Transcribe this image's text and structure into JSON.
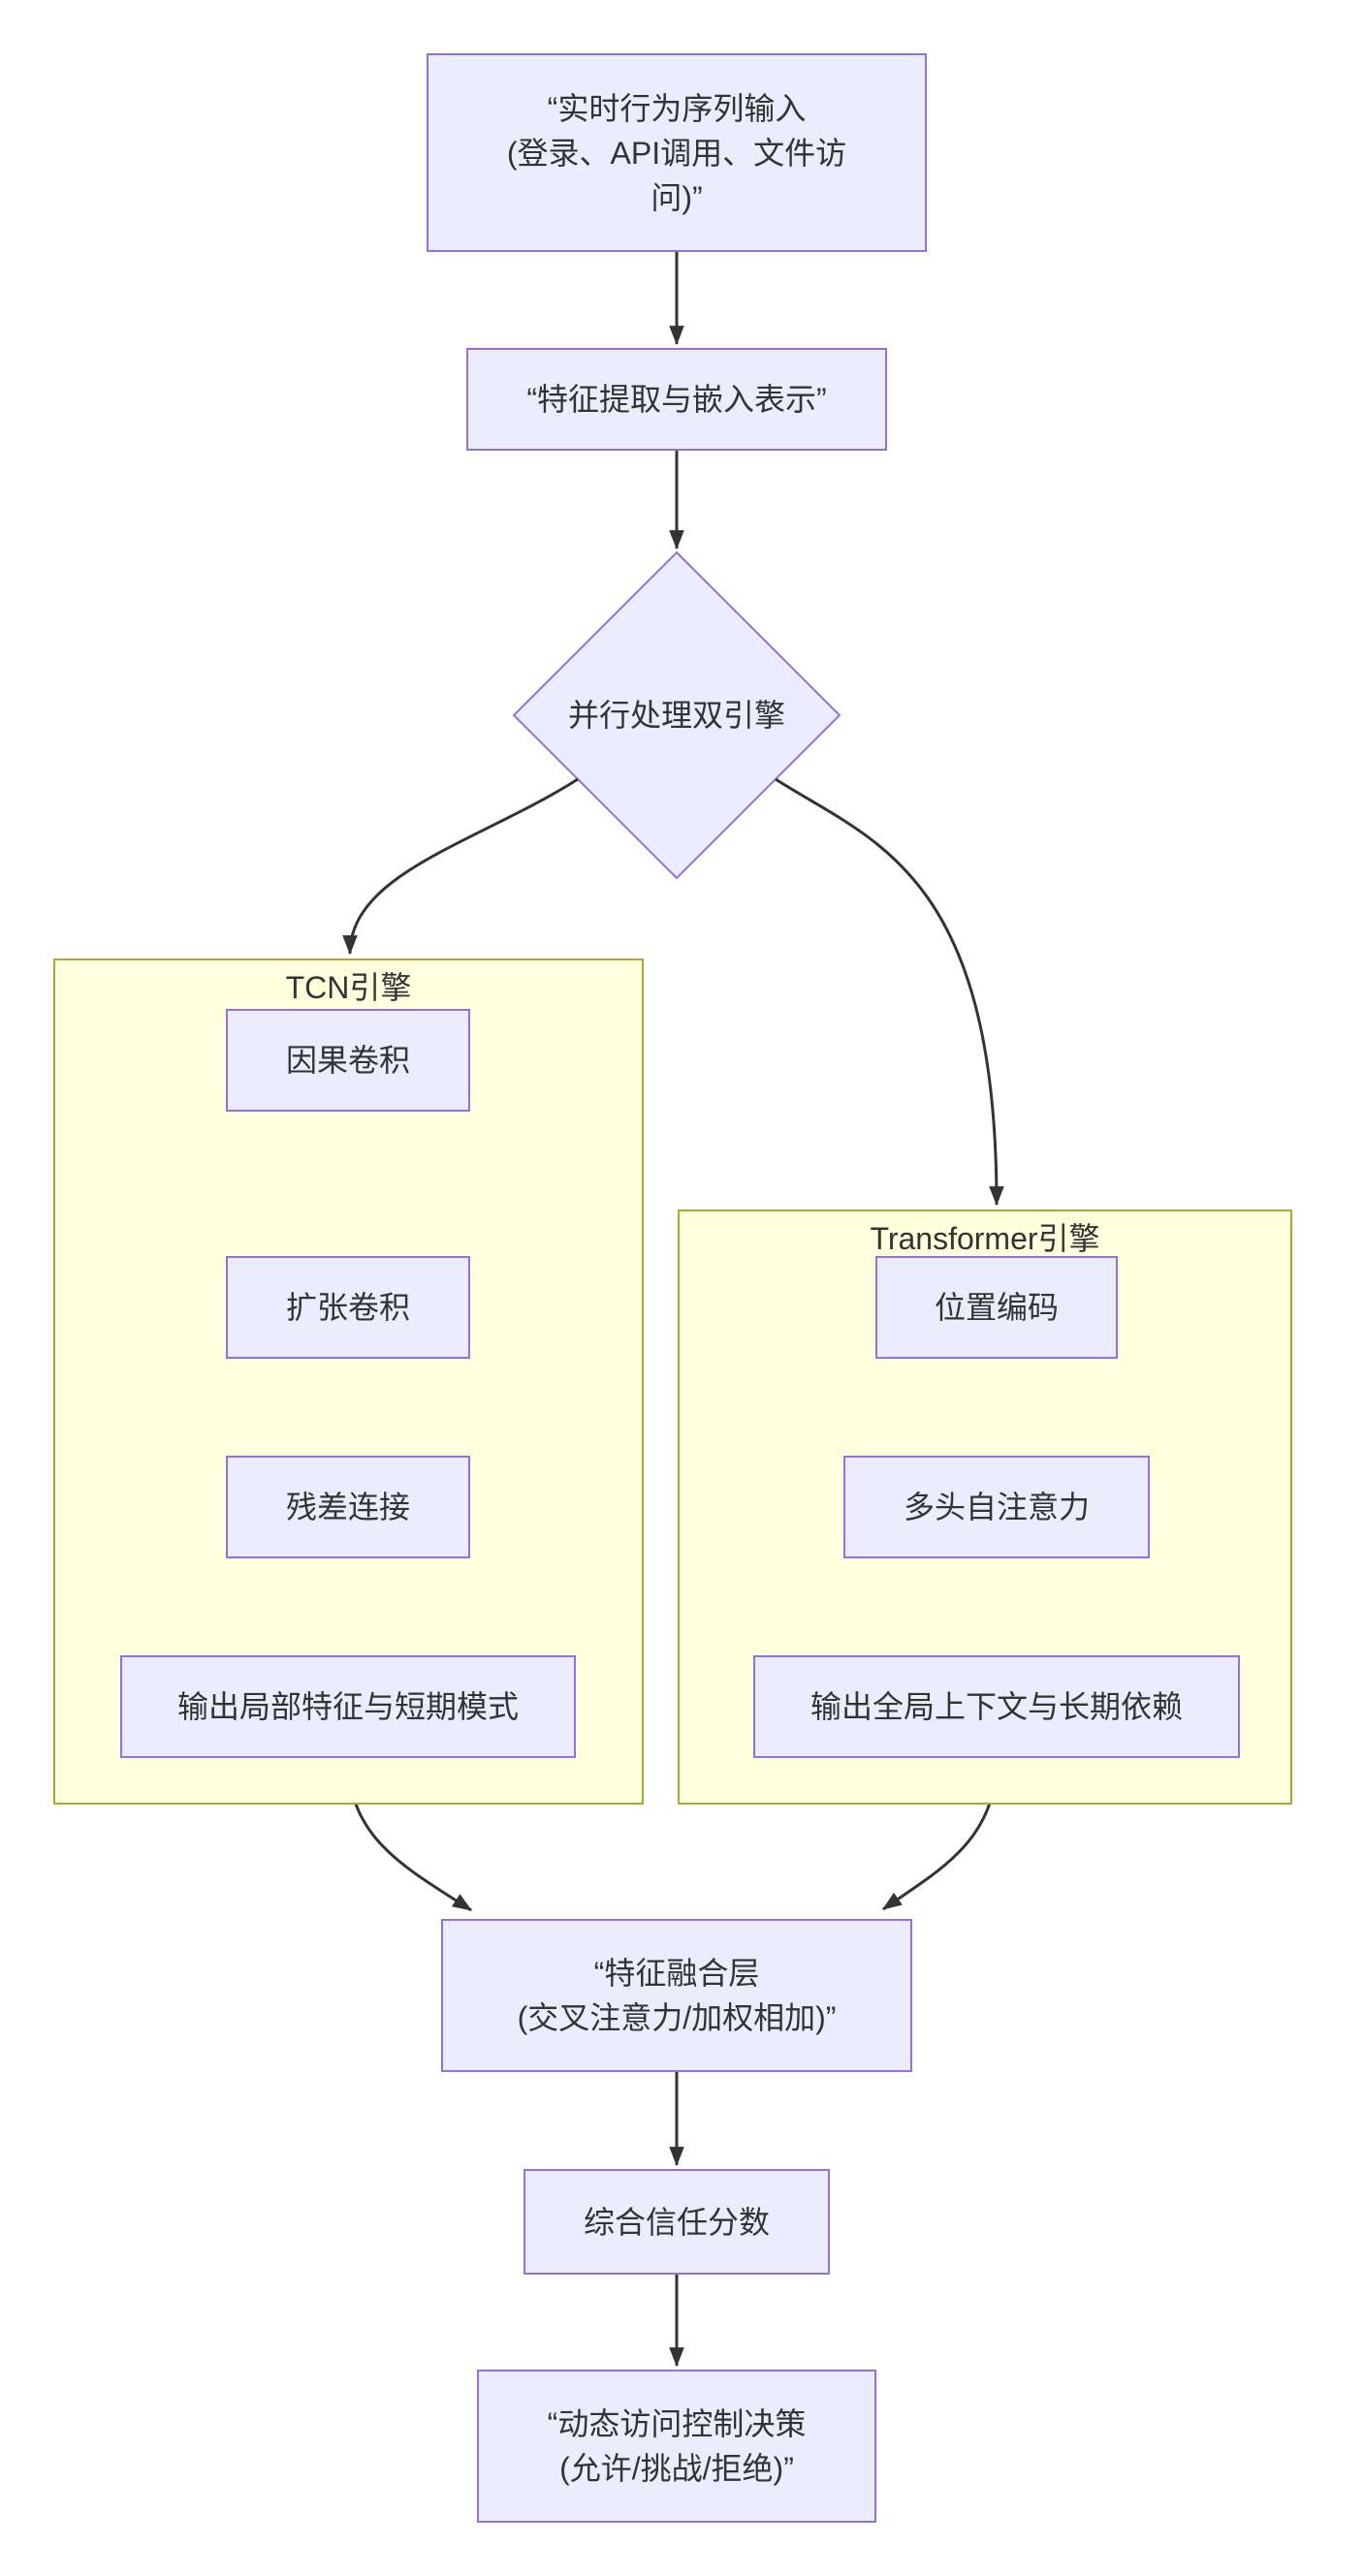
{
  "diagram": {
    "type": "flowchart-top-down",
    "colors": {
      "node_fill": "#ECECFF",
      "node_border": "#9370DB",
      "cluster_fill": "#FFFFDE",
      "cluster_border": "#AAAA33",
      "edge_color": "#333333",
      "text_color": "#333333",
      "bg": "#FFFFFF"
    },
    "nodes": {
      "input": {
        "label": "“实时行为序列输入\n(登录、API调用、文件访\n问)”"
      },
      "feature": {
        "label": "“特征提取与嵌入表示”"
      },
      "parallel": {
        "label": "并行处理双引擎"
      },
      "causal": {
        "label": "因果卷积"
      },
      "dilated": {
        "label": "扩张卷积"
      },
      "residual": {
        "label": "残差连接"
      },
      "tcn_output": {
        "label": "输出局部特征与短期模式"
      },
      "positional": {
        "label": "位置编码"
      },
      "attention": {
        "label": "多头自注意力"
      },
      "transformer_output": {
        "label": "输出全局上下文与长期依赖"
      },
      "fusion": {
        "label": "“特征融合层\n(交叉注意力/加权相加)”"
      },
      "score": {
        "label": "综合信任分数"
      },
      "decision": {
        "label": "“动态访问控制决策\n(允许/挑战/拒绝)”"
      }
    },
    "clusters": {
      "tcn": {
        "title": "TCN引擎"
      },
      "transformer": {
        "title": "Transformer引擎"
      }
    },
    "edges": [
      {
        "from": "input",
        "to": "feature"
      },
      {
        "from": "feature",
        "to": "parallel"
      },
      {
        "from": "parallel",
        "to": "cluster-tcn"
      },
      {
        "from": "parallel",
        "to": "cluster-transformer"
      },
      {
        "from": "causal",
        "to": "dilated"
      },
      {
        "from": "dilated",
        "to": "residual"
      },
      {
        "from": "residual",
        "to": "tcn_output"
      },
      {
        "from": "positional",
        "to": "attention"
      },
      {
        "from": "attention",
        "to": "transformer_output"
      },
      {
        "from": "tcn_output",
        "to": "fusion"
      },
      {
        "from": "transformer_output",
        "to": "fusion"
      },
      {
        "from": "fusion",
        "to": "score"
      },
      {
        "from": "score",
        "to": "decision"
      }
    ]
  }
}
